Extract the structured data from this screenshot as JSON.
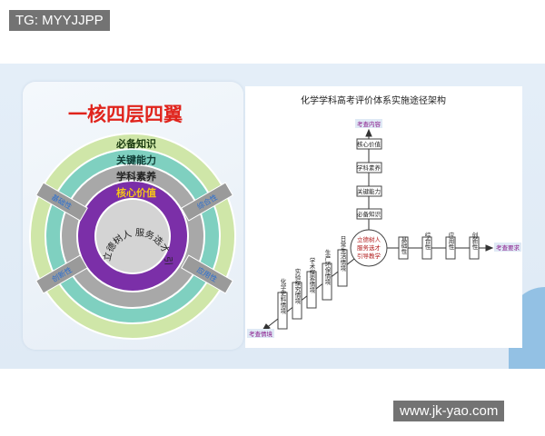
{
  "watermark_top": "TG: MYYJJPP",
  "watermark_bottom": "www.jk-yao.com",
  "left": {
    "title": "一核四层四翼",
    "rings": [
      "必备知识",
      "关键能力",
      "学科素养",
      "核心价值"
    ],
    "core_text": "立德树人 服务选才 引导教学",
    "wings": [
      "基础性",
      "综合性",
      "创新性",
      "应用性"
    ],
    "colors": {
      "title": "#e0241c",
      "outer": "#cfe6a8",
      "teal": "#7fd0c0",
      "gray": "#a8a8a8",
      "purple": "#7b2fa8",
      "core": "#d0d0d0",
      "value_text": "#f5c518"
    }
  },
  "right": {
    "title": "化学学科高考评价体系实施途径架构",
    "center": [
      "立德树人",
      "服务选才",
      "引导教学"
    ],
    "top_label": "考查内容",
    "vertical": [
      "核心价值",
      "学科素养",
      "关键能力",
      "必备知识"
    ],
    "right_label": "考查要求",
    "horizontal": [
      "基础性",
      "综合性",
      "应用性",
      "创新性"
    ],
    "diag_label": "考查情境",
    "diagonal": [
      "日常生活情境",
      "生产环保情境",
      "学术探索情境",
      "实验探究情境",
      "化学史料情境"
    ]
  }
}
